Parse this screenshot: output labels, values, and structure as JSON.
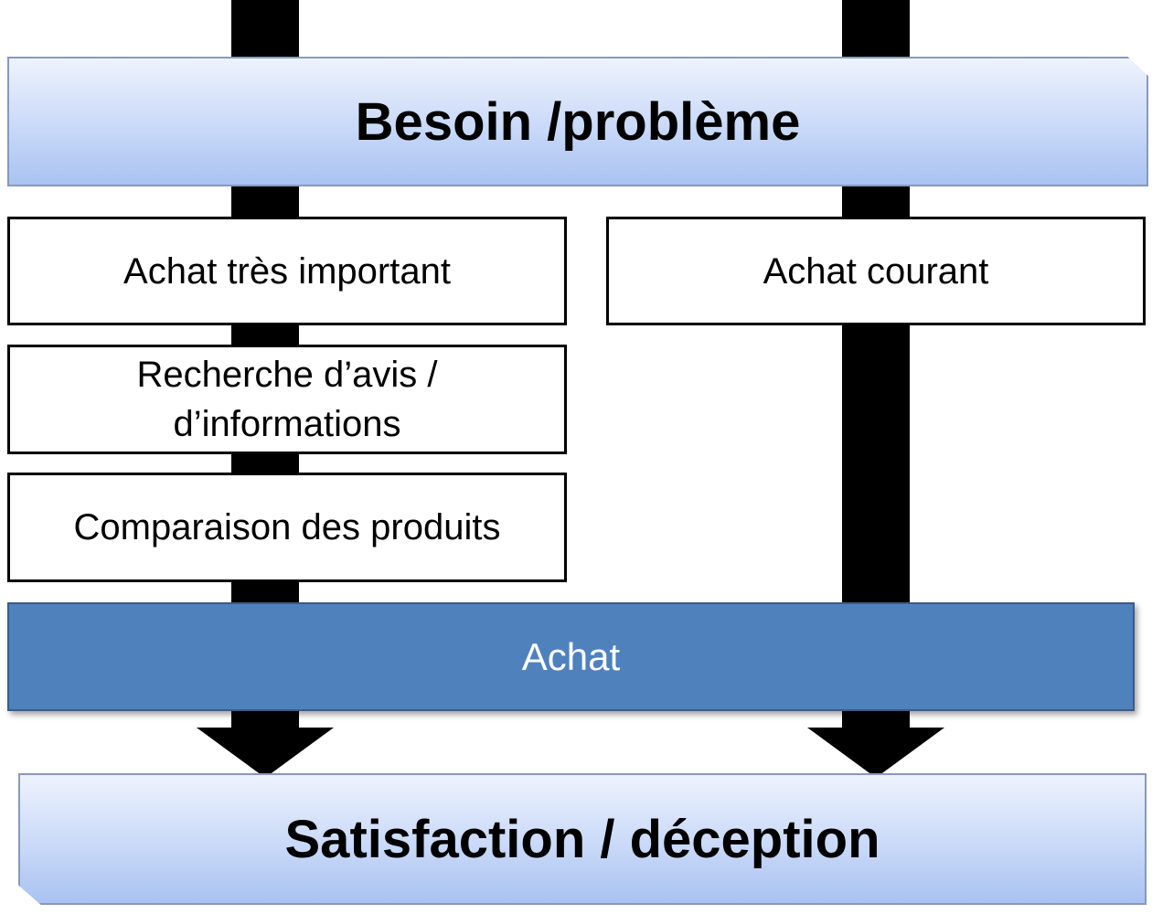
{
  "top_banner": {
    "label": "Besoin /problème"
  },
  "left_path": {
    "steps": [
      {
        "label": "Achat très important"
      },
      {
        "label": "Recherche d’avis / d’informations"
      },
      {
        "label": "Comparaison des produits"
      }
    ]
  },
  "right_path": {
    "label": "Achat courant"
  },
  "purchase_bar": {
    "label": "Achat"
  },
  "bottom_banner": {
    "label": "Satisfaction / déception"
  },
  "colors": {
    "banner_gradient_top": "#eef3fd",
    "banner_gradient_bottom": "#a9c3f1",
    "purchase_fill": "#4f81bd",
    "arrow": "#000000"
  }
}
